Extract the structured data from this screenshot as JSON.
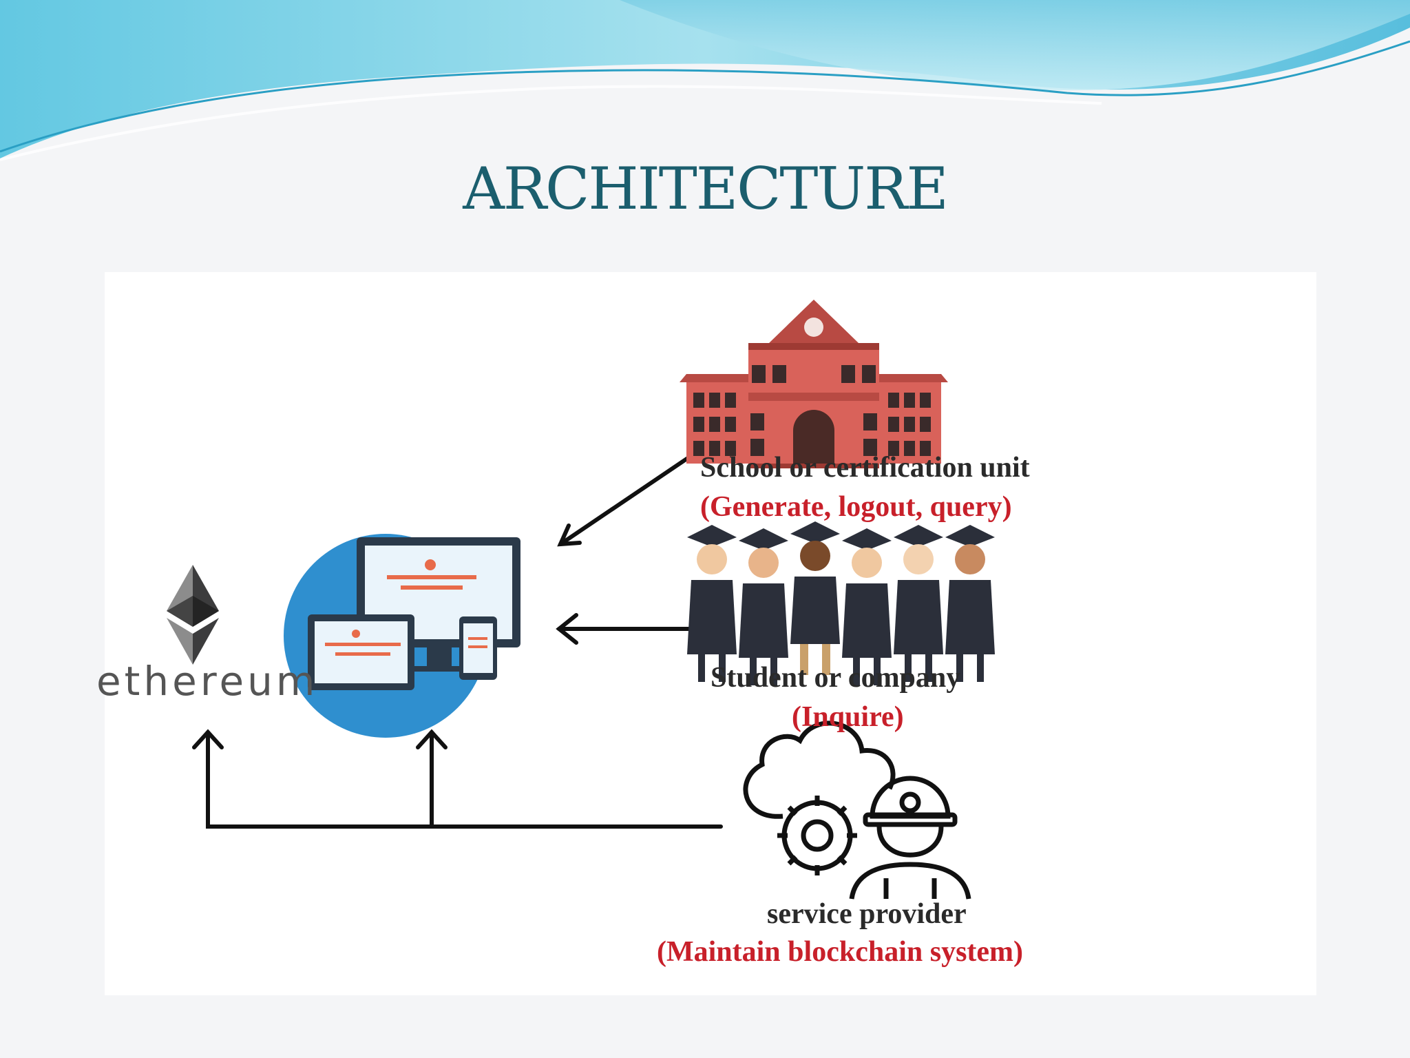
{
  "slide": {
    "title": "ARCHITECTURE",
    "theme_colors": {
      "accent": "#1b5e6e",
      "wave_light": "#8fd7ea",
      "wave_dark": "#4fb9d8"
    }
  },
  "diagram": {
    "ethereum": {
      "word": "ethereum",
      "icon": "ethereum-diamond-icon"
    },
    "web_app": {
      "icon": "multi-device-app-icon"
    },
    "actors": [
      {
        "icon": "school-building-icon",
        "name": "School or certification unit",
        "role": "(Generate, logout, query)"
      },
      {
        "icon": "graduates-group-icon",
        "name": "Student or company",
        "role": "(Inquire)"
      },
      {
        "icon": "engineer-cloud-gear-icon",
        "name": "service provider",
        "role": "(Maintain blockchain system)"
      }
    ],
    "colors": {
      "school": "#d9625a",
      "school_dark": "#9e3a33",
      "app_circle": "#2f8fcf",
      "label_red": "#c8202a"
    }
  }
}
